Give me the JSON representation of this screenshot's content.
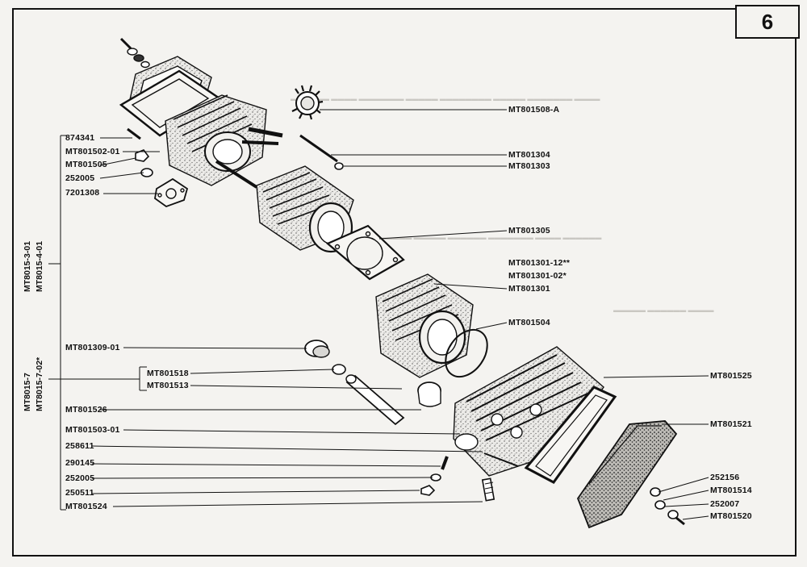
{
  "page": {
    "number": "6"
  },
  "callouts_left": [
    "874341",
    "MT801502-01",
    "MT801505",
    "252005",
    "7201308",
    "MT801309-01",
    "MT801526",
    "MT801503-01",
    "258611",
    "290145",
    "252005",
    "250511",
    "MT801524"
  ],
  "callouts_bracket": [
    "MT801518",
    "MT801513"
  ],
  "callouts_right": [
    "MT801508-A",
    "MT801304",
    "MT801303",
    "MT801305",
    "MT801301-12**",
    "MT801301-02*",
    "MT801301",
    "MT801504",
    "MT801525",
    "MT801521",
    "252156",
    "MT801514",
    "252007",
    "MT801520"
  ],
  "group_labels": {
    "engine_3_01": "MT8015-3-01",
    "engine_4_01": "MT8015-4-01",
    "engine_7": "MT8015-7",
    "engine_7_02": "MT8015-7-02*"
  }
}
